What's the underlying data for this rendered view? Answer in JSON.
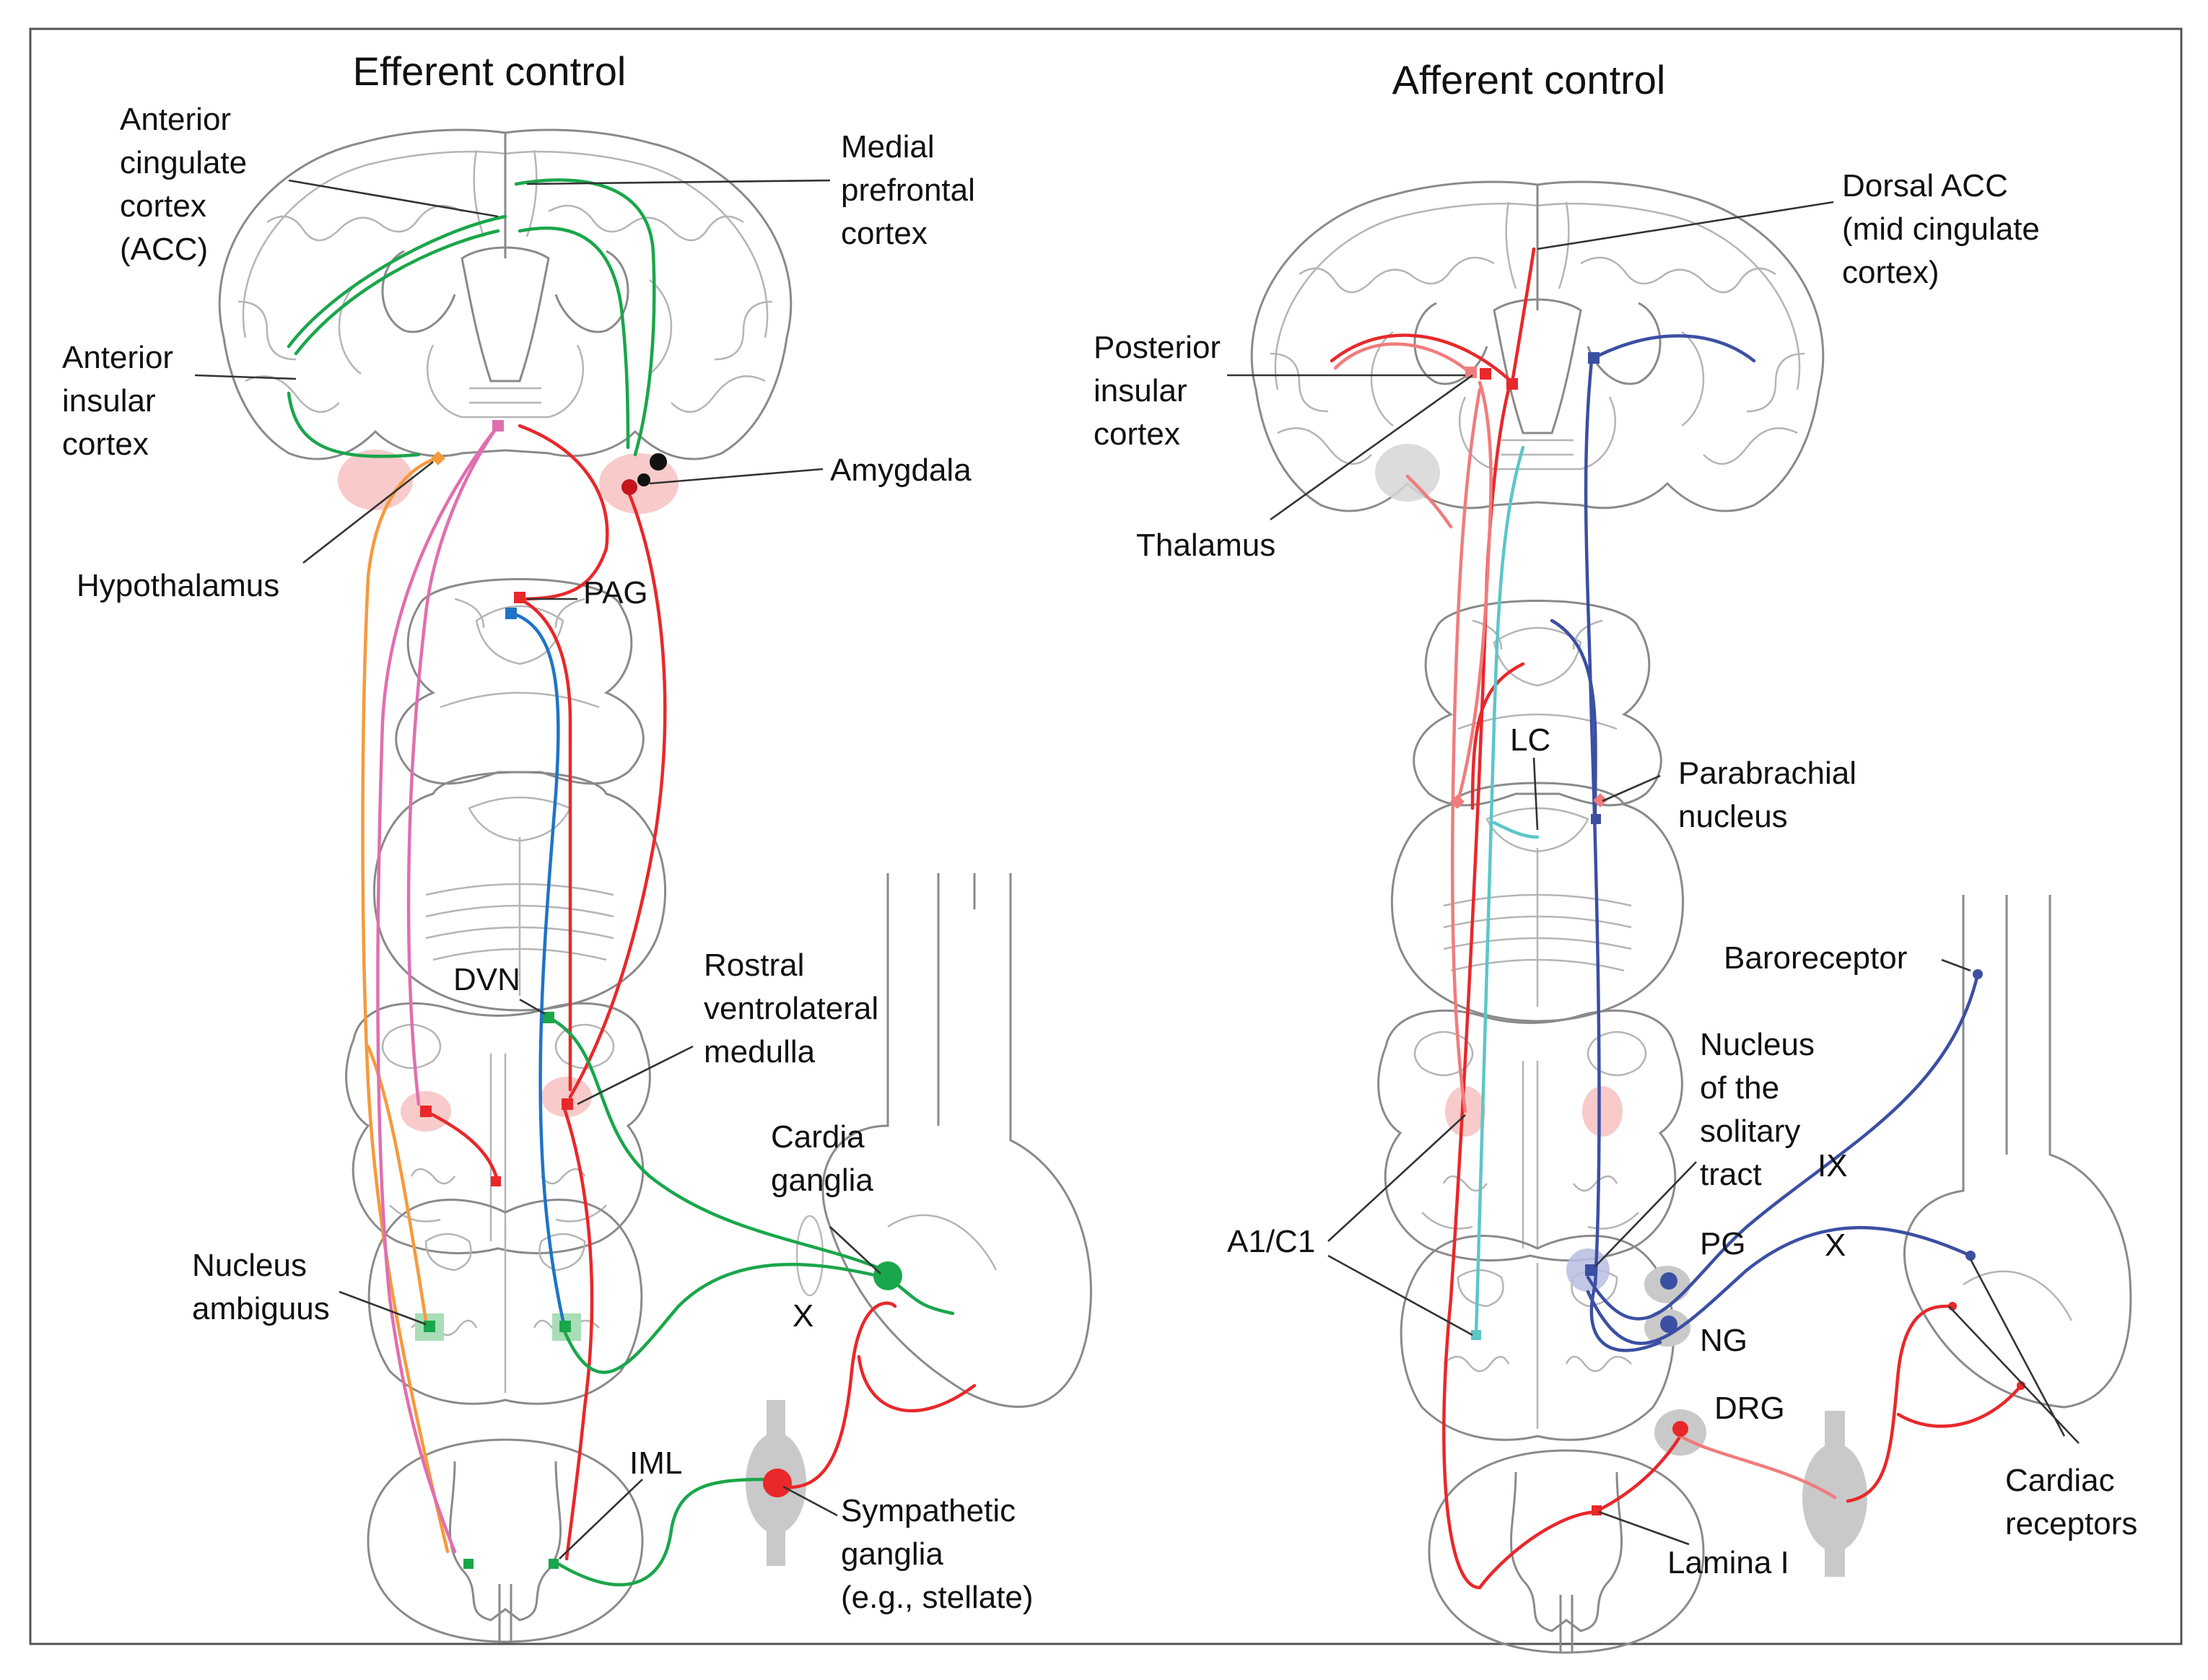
{
  "panels": {
    "left": {
      "title": "Efferent control",
      "labels": {
        "acc": [
          "Anterior",
          "cingulate",
          "cortex",
          "(ACC)"
        ],
        "mpfc": [
          "Medial",
          "prefrontal",
          "cortex"
        ],
        "ant_insula": [
          "Anterior",
          "insular",
          "cortex"
        ],
        "amygdala": [
          "Amygdala"
        ],
        "hypothalamus": [
          "Hypothalamus"
        ],
        "pag": [
          "PAG"
        ],
        "dvn": [
          "DVN"
        ],
        "rvlm": [
          "Rostral",
          "ventrolateral",
          "medulla"
        ],
        "cardia": [
          "Cardia",
          "ganglia"
        ],
        "x": [
          "X"
        ],
        "nucleus_ambiguus": [
          "Nucleus",
          "ambiguus"
        ],
        "iml": [
          "IML"
        ],
        "sympathetic": [
          "Sympathetic",
          "ganglia",
          "(e.g., stellate)"
        ]
      }
    },
    "right": {
      "title": "Afferent control",
      "labels": {
        "dorsal_acc": [
          "Dorsal ACC",
          "(mid cingulate",
          "cortex)"
        ],
        "post_insula": [
          "Posterior",
          "insular",
          "cortex"
        ],
        "thalamus": [
          "Thalamus"
        ],
        "lc": [
          "LC"
        ],
        "parabrachial": [
          "Parabrachial",
          "nucleus"
        ],
        "baroreceptor": [
          "Baroreceptor"
        ],
        "nts": [
          "Nucleus",
          "of the",
          "solitary",
          "tract"
        ],
        "ix": [
          "IX"
        ],
        "x": [
          "X"
        ],
        "pg": [
          "PG"
        ],
        "ng": [
          "NG"
        ],
        "a1c1": [
          "A1/C1"
        ],
        "drg": [
          "DRG"
        ],
        "lamina": [
          "Lamina I"
        ],
        "cardiac_receptors": [
          "Cardiac",
          "receptors"
        ]
      }
    }
  },
  "colors": {
    "green": "#1aa64a",
    "red": "#e8282b",
    "blue": "#1f74c6",
    "navy": "#3b4fa3",
    "pink": "#e06fb0",
    "orange": "#f59a3c",
    "cyan": "#5cc6c9",
    "salmon": "#f07c7c",
    "anatomy": "#8a8a8a"
  }
}
